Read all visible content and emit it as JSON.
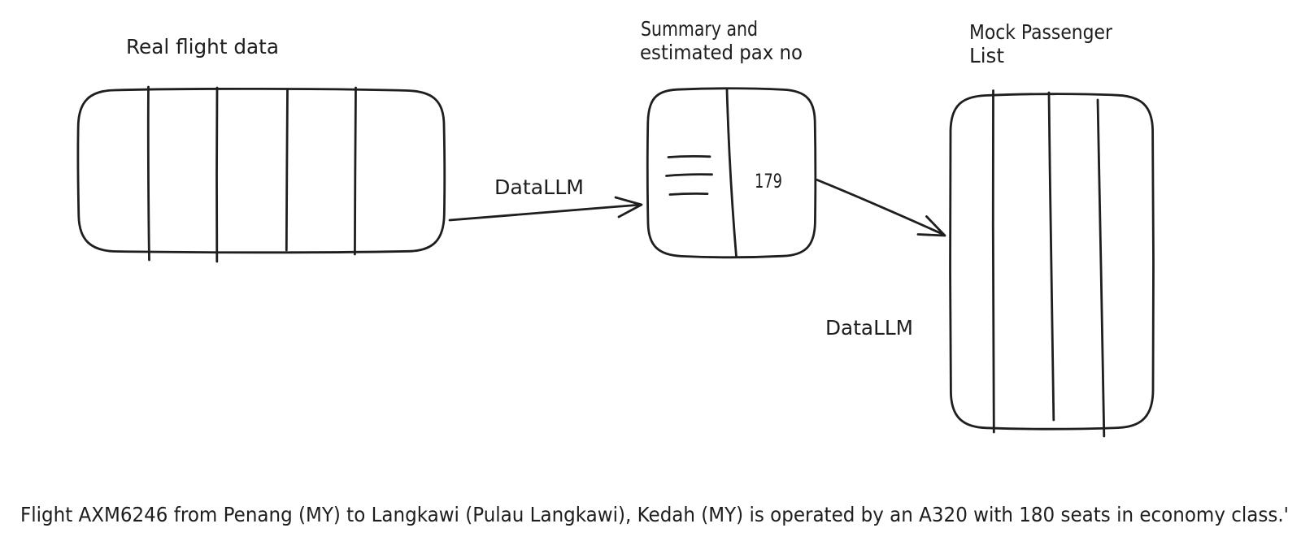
{
  "diagram": {
    "background_color": "#ffffff",
    "stroke_color": "#1e1e1e",
    "nodes": [
      {
        "id": "real-flight-data",
        "label": "Real flight data",
        "shape": "rounded-table",
        "columns": 5
      },
      {
        "id": "summary-and-estimated-pax-no",
        "label_line1": "Summary and",
        "label_line2": "estimated pax no",
        "shape": "split-card",
        "left_content": "three-text-lines",
        "value": "179"
      },
      {
        "id": "mock-passenger-list",
        "label_line1": "Mock Passenger",
        "label_line2": "List",
        "shape": "rounded-table",
        "columns": 4
      }
    ],
    "edges": [
      {
        "from": "real-flight-data",
        "to": "summary-and-estimated-pax-no",
        "label": "DataLLM"
      },
      {
        "from": "summary-and-estimated-pax-no",
        "to": "mock-passenger-list",
        "label": "DataLLM"
      }
    ],
    "caption": "Flight AXM6246 from Penang (MY) to Langkawi (Pulau Langkawi), Kedah (MY) is operated by an A320 with 180 seats in economy class.'"
  }
}
